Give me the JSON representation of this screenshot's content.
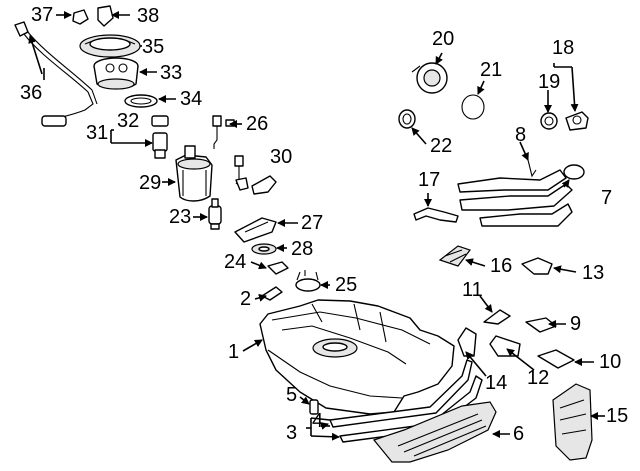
{
  "callouts": [
    {
      "n": "1"
    },
    {
      "n": "2"
    },
    {
      "n": "3"
    },
    {
      "n": "4"
    },
    {
      "n": "5"
    },
    {
      "n": "6"
    },
    {
      "n": "7"
    },
    {
      "n": "8"
    },
    {
      "n": "9"
    },
    {
      "n": "10"
    },
    {
      "n": "11"
    },
    {
      "n": "12"
    },
    {
      "n": "13"
    },
    {
      "n": "14"
    },
    {
      "n": "15"
    },
    {
      "n": "16"
    },
    {
      "n": "17"
    },
    {
      "n": "18"
    },
    {
      "n": "19"
    },
    {
      "n": "20"
    },
    {
      "n": "21"
    },
    {
      "n": "22"
    },
    {
      "n": "23"
    },
    {
      "n": "24"
    },
    {
      "n": "25"
    },
    {
      "n": "26"
    },
    {
      "n": "27"
    },
    {
      "n": "28"
    },
    {
      "n": "29"
    },
    {
      "n": "30"
    },
    {
      "n": "31"
    },
    {
      "n": "32"
    },
    {
      "n": "33"
    },
    {
      "n": "34"
    },
    {
      "n": "35"
    },
    {
      "n": "36"
    },
    {
      "n": "37"
    },
    {
      "n": "38"
    }
  ]
}
